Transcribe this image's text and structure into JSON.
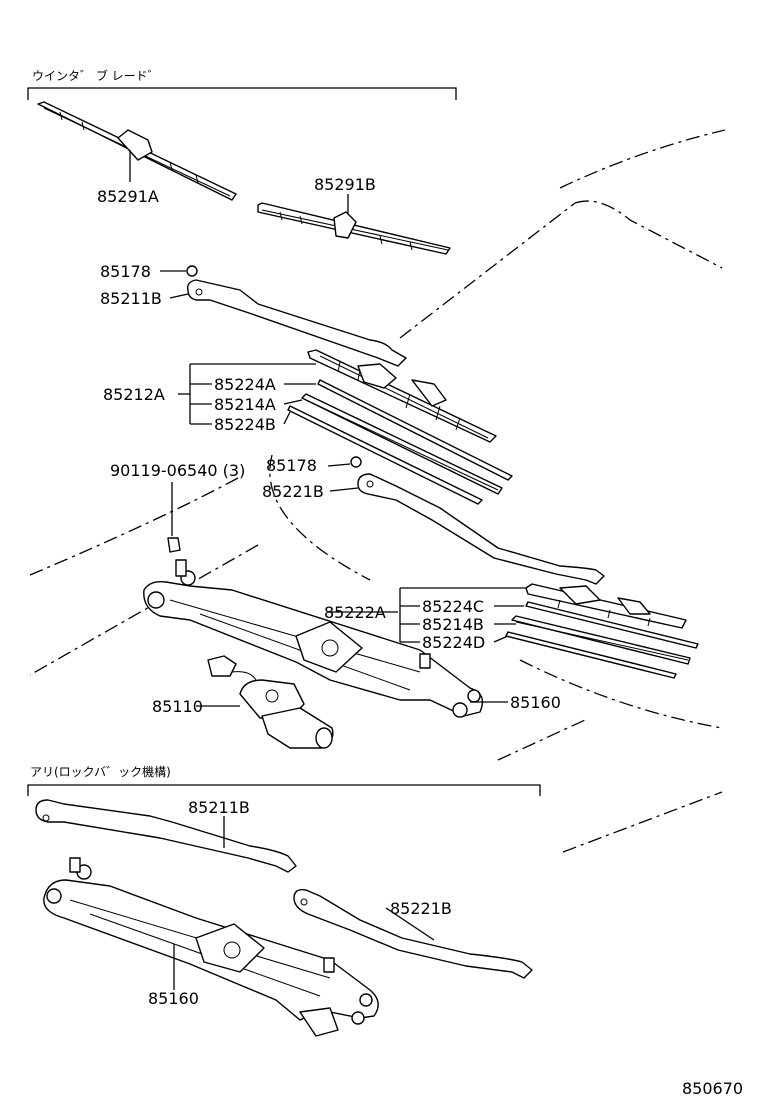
{
  "sections": {
    "top": "ウインタ゛ ブ レード゛",
    "bottom": "アリ(ロックバ゛ック機構)"
  },
  "labels": {
    "p85291A": "85291A",
    "p85291B": "85291B",
    "p85178_a": "85178",
    "p85211B_a": "85211B",
    "p85212A": "85212A",
    "p85224A": "85224A",
    "p85214A": "85214A",
    "p85224B": "85224B",
    "p90119": "90119-06540 (3)",
    "p85178_b": "85178",
    "p85221B_a": "85221B",
    "p85222A": "85222A",
    "p85224C": "85224C",
    "p85214B": "85214B",
    "p85224D": "85224D",
    "p85110": "85110",
    "p85160_a": "85160",
    "p85211B_b": "85211B",
    "p85221B_b": "85221B",
    "p85160_b": "85160"
  },
  "figure_code": "850670"
}
